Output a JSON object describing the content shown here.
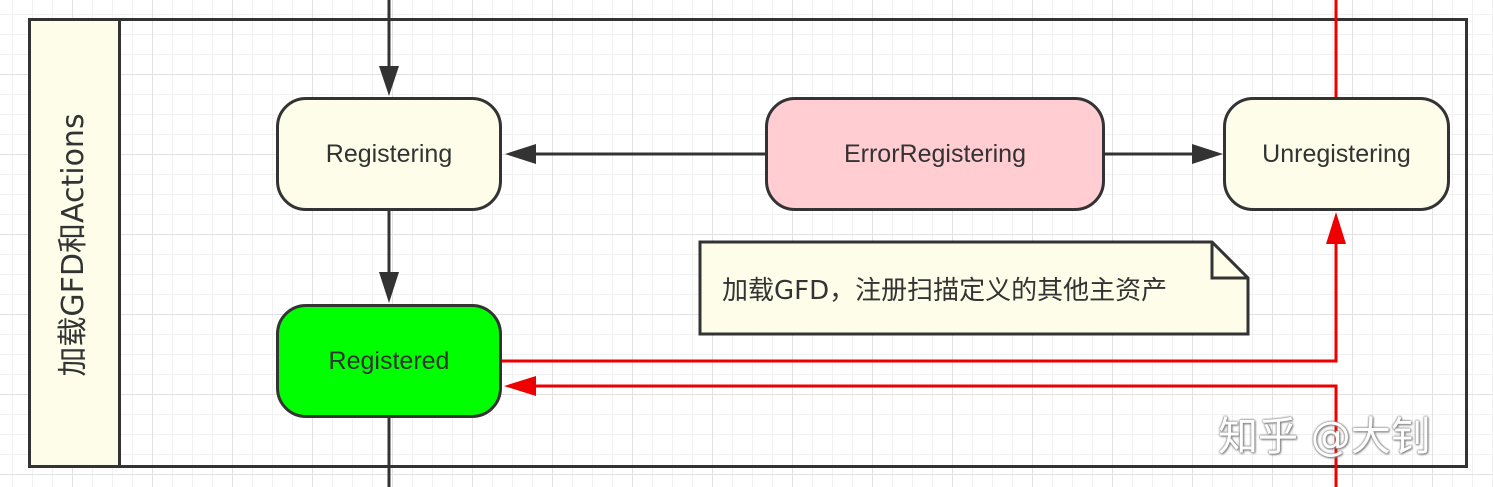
{
  "swimlane": {
    "title": "加载GFD和Actions"
  },
  "states": {
    "registering": "Registering",
    "error_registering": "ErrorRegistering",
    "unregistering": "Unregistering",
    "registered": "Registered"
  },
  "note": {
    "text": "加载GFD，注册扫描定义的其他主资产"
  },
  "watermark": {
    "text": "知乎 @大钊"
  },
  "colors": {
    "line": "#333333",
    "transition_red": "#ee0000",
    "state_fill": "#fdfde9",
    "error_fill": "#ffcdd2",
    "registered_fill": "#00ff00",
    "note_fill": "#fdfde9"
  }
}
